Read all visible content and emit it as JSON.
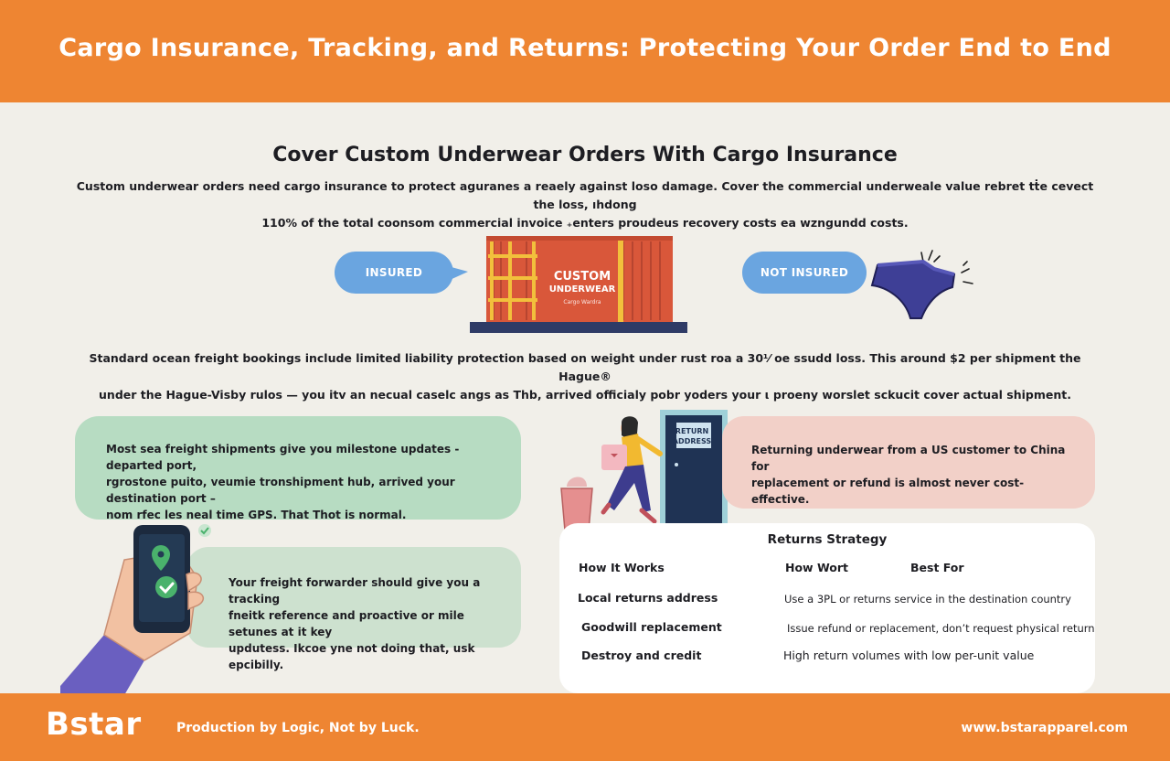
{
  "header": {
    "title": "Cargo Insurance, Tracking, and Returns: Protecting Your Order End to End"
  },
  "insurance": {
    "title": "Cover Custom Underwear Orders With Cargo Insurance",
    "intro_line1": "Custom underwear orders need cargo insurance to protect aguranes a reaely against loso damage. Cover the commercial underweale value rebret tṫe cevect the loss, ıhdong",
    "intro_line2": "110% of the total coonsom commercial invoice ₊enters proudeus recovery costs ea wzngundd costs.",
    "insured_label": "INSURED",
    "not_insured_label": "NOT INSURED",
    "container_line1": "CUSTOM",
    "container_line2": "UNDERWEAR",
    "container_line3": "Cargo Wardra",
    "liability_line1": "Standard ocean freight bookings include limited liability protection based on weight under rust roa a 30⅟ oe ssudd loss. This around $2 per shipment the Hague®",
    "liability_line2": "under the Hague-Visby rulos — you itv an necual caselc angs as Thb, arrived officialy pobr yoders your ι proeny worslet sckucit cover actual shipment."
  },
  "tracking": {
    "card_line1": "Most sea freight shipments give you milestone updates - departed port,",
    "card_line2": "rgrostone puito, veumie tronshipment hub, arrived your destination port –",
    "card_line3": "nom rfec les neal time GPS. That Thot is normal.",
    "forwarder_line1": "Your freight forwarder should give you a tracking",
    "forwarder_line2": "fneitk reference and proactive or mile setunes at it key",
    "forwarder_line3": "updutess. Ikcoe yne not doing that, usk epcibilly."
  },
  "returns": {
    "door_sign_line1": "RETURN",
    "door_sign_line2": "ADDRESS",
    "card_line1": "Returning underwear from a US customer to China for",
    "card_line2": "replacement or refund is almost never cost-effective.",
    "strategy_title": "Returns Strategy",
    "columns": [
      "How It Works",
      "How Wort",
      "Best For"
    ],
    "rows": [
      {
        "name": "Local returns address",
        "detail": "Use a 3PL or returns service in the destination country"
      },
      {
        "name": "Goodwill replacement",
        "detail": "Issue refund or replacement, don’t request physical return"
      },
      {
        "name": "Destroy and credit",
        "detail": "High return volumes with low per-unit value"
      }
    ]
  },
  "footer": {
    "logo": "Bstar",
    "tagline": "Production by Logic, Not by Luck.",
    "website": "www.bstarapparel.com"
  },
  "colors": {
    "banner_orange": "#ee8532",
    "bubble_blue": "#6aa5e0",
    "mint_card": "#b7dcc2",
    "pink_card": "#f2d0c8",
    "container_red": "#d9573a",
    "underwear_navy": "#3e3f96"
  }
}
